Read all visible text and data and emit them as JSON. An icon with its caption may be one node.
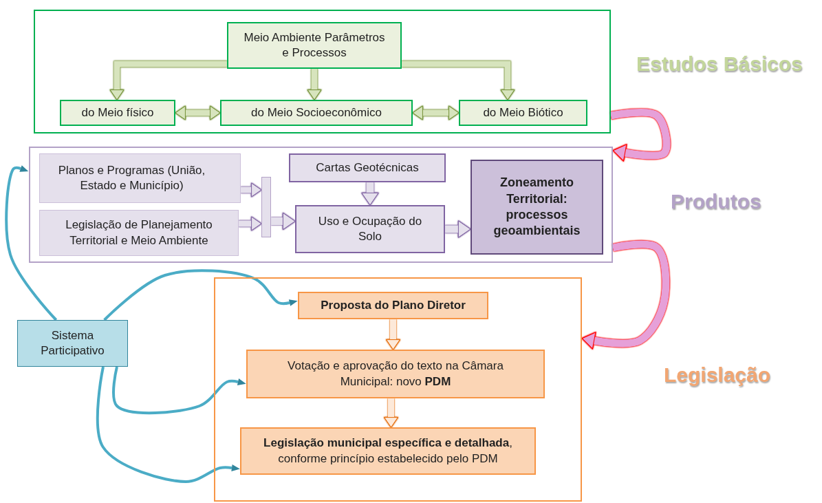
{
  "diagram": {
    "nodes": [
      {
        "text": [],
        "shape": "box",
        "beside": [
          "Estudos Básicos"
        ]
      },
      {
        "text": [
          "Meio Ambiente Parâmetros e Processos"
        ],
        "in": 0
      },
      {
        "text": [
          "do Meio físico"
        ],
        "in": 0
      },
      {
        "text": [
          "do Meio Socioeconômico"
        ],
        "in": 0
      },
      {
        "text": [
          "do Meio Biótico"
        ],
        "in": 0
      },
      {
        "text": [],
        "shape": "box",
        "beside": [
          "Produtos"
        ]
      },
      {
        "text": [
          "Planos e Programas (União, Estado e Município)"
        ],
        "in": 5
      },
      {
        "text": [
          "Legislação de Planejamento Territorial e Meio Ambiente"
        ],
        "in": 5
      },
      {
        "text": [],
        "shape": "bar",
        "in": 5
      },
      {
        "text": [
          "Cartas Geotécnicas"
        ],
        "in": 5
      },
      {
        "text": [
          "Uso e Ocupação do Solo"
        ],
        "in": 5
      },
      {
        "text": [
          "Zoneamento Territorial: processos geoambientais"
        ],
        "in": 5
      },
      {
        "text": [],
        "shape": "box"
      },
      {
        "text": [
          "Proposta do Plano Diretor"
        ],
        "in": 12
      },
      {
        "text": [
          "Votação e aprovação do texto na Câmara Municipal: novo **PDM**"
        ],
        "in": 12
      },
      {
        "text": [
          "**Legislação municipal específica e detalhada**, conforme princípio estabelecido pelo PDM"
        ],
        "in": 12
      },
      {
        "text": [
          "Sistema Participativo"
        ]
      }
    ],
    "edges": [
      {
        "from": 1,
        "to": 2,
        "arrow": "to",
        "color": "#d7e4bd"
      },
      {
        "from": 1,
        "to": 3,
        "arrow": "to",
        "color": "#d7e4bd"
      },
      {
        "from": 1,
        "to": 4,
        "arrow": "to",
        "color": "#d7e4bd"
      },
      {
        "from": 2,
        "to": 3,
        "arrow": "both",
        "color": "#d7e4bd"
      },
      {
        "from": 3,
        "to": 4,
        "arrow": "both",
        "color": "#d7e4bd"
      },
      {
        "from": 6,
        "to": 8,
        "arrow": "to",
        "color": "#e5e0ec"
      },
      {
        "from": 7,
        "to": 8,
        "arrow": "to",
        "color": "#e5e0ec"
      },
      {
        "from": 8,
        "to": 10,
        "arrow": "to",
        "color": "#e5e0ec"
      },
      {
        "from": 9,
        "to": 10,
        "arrow": "to",
        "color": "#e5e0ec"
      },
      {
        "from": 10,
        "to": 11,
        "arrow": "to",
        "color": "#e5e0ec"
      },
      {
        "from": 13,
        "to": 14,
        "arrow": "to",
        "color": "#fde9d9"
      },
      {
        "from": 14,
        "to": 15,
        "arrow": "to",
        "color": "#fde9d9"
      },
      {
        "from": 0,
        "to": 5,
        "arrow": "to",
        "color": "#e6a0d8"
      },
      {
        "from": 5,
        "to": 12,
        "arrow": "to",
        "color": "#e6a0d8"
      },
      {
        "from": 16,
        "to": 5,
        "arrow": "to",
        "color": "#4bacc6"
      },
      {
        "from": 16,
        "to": 13,
        "arrow": "to",
        "color": "#4bacc6"
      },
      {
        "from": 16,
        "to": 14,
        "arrow": "to",
        "color": "#4bacc6"
      },
      {
        "from": 16,
        "to": 15,
        "arrow": "to",
        "color": "#4bacc6"
      }
    ],
    "labels": [
      "Legislação"
    ]
  }
}
